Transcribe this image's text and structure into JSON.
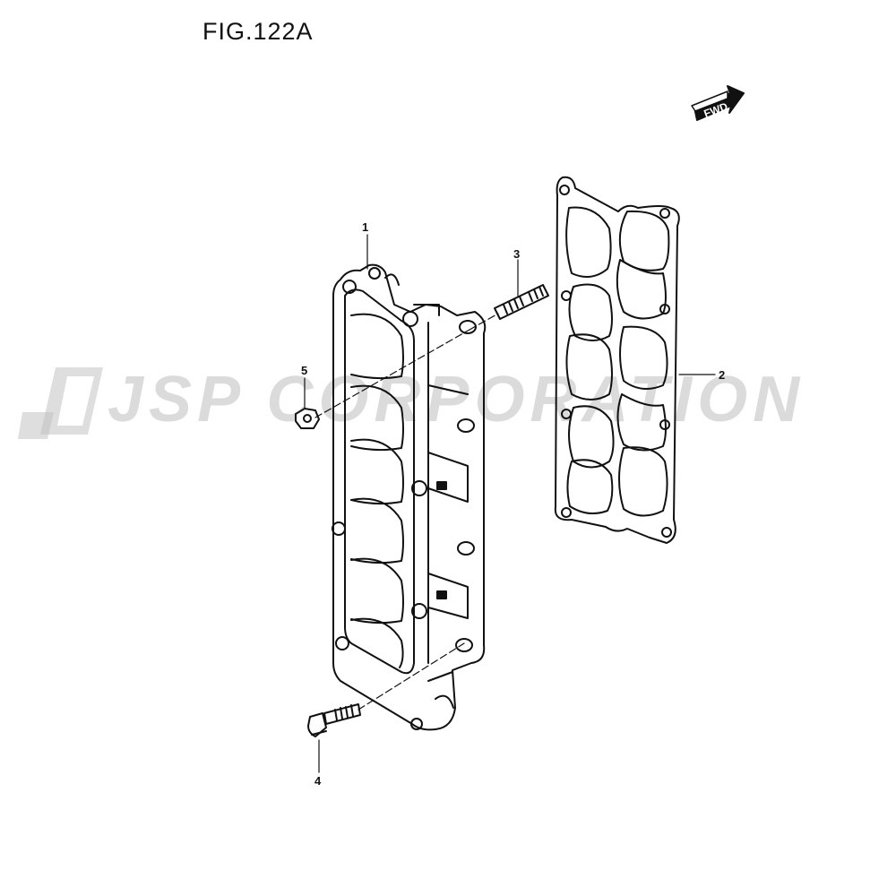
{
  "figure": {
    "title": "FIG.122A",
    "direction_label": "FWD"
  },
  "callouts": [
    {
      "id": "1",
      "label": "1"
    },
    {
      "id": "2",
      "label": "2"
    },
    {
      "id": "3",
      "label": "3"
    },
    {
      "id": "4",
      "label": "4"
    },
    {
      "id": "5",
      "label": "5"
    }
  ],
  "watermark": {
    "text": "JSP CORPORATION",
    "logo_icon": "jsp-logo-icon"
  }
}
